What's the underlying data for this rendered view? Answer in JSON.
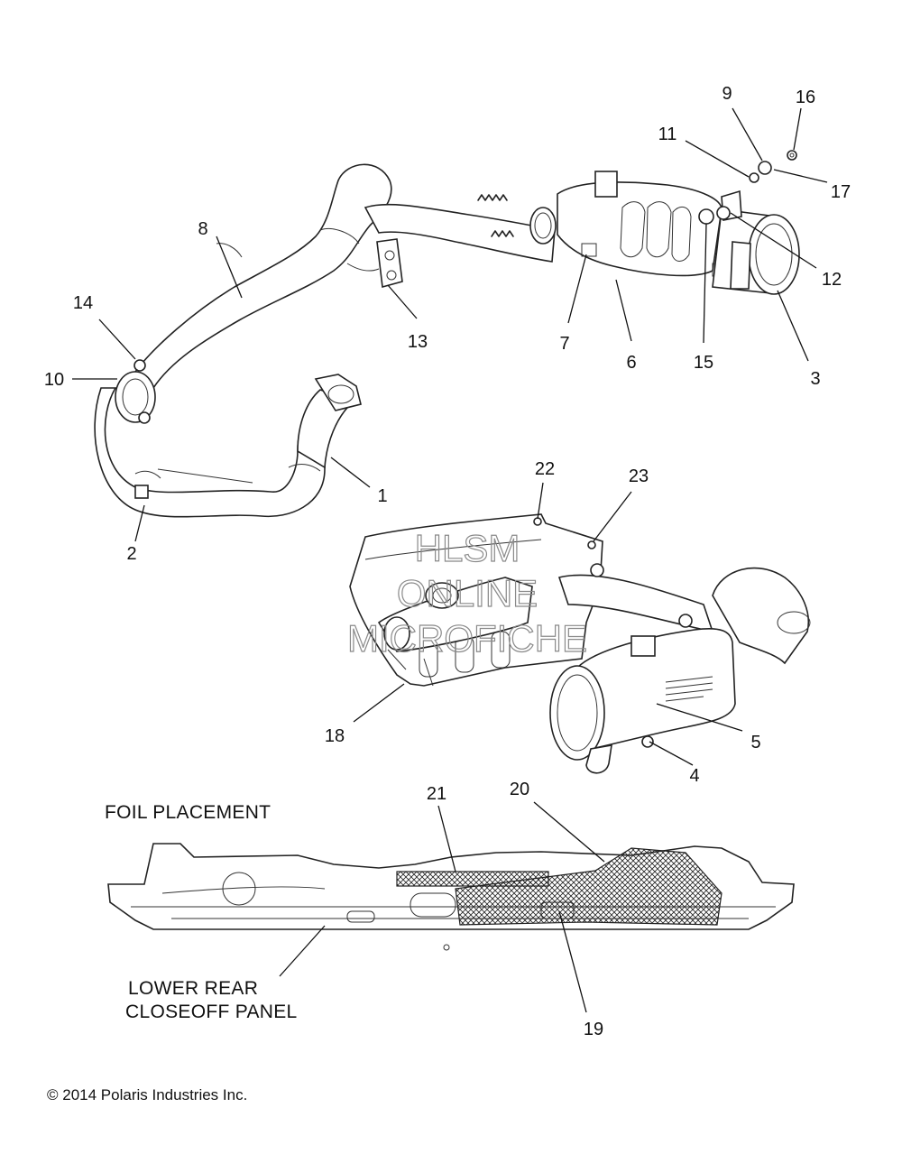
{
  "callouts": {
    "c1": "1",
    "c2": "2",
    "c3": "3",
    "c4": "4",
    "c5": "5",
    "c6": "6",
    "c7": "7",
    "c8": "8",
    "c9": "9",
    "c10": "10",
    "c11": "11",
    "c12": "12",
    "c13": "13",
    "c14": "14",
    "c15": "15",
    "c16": "16",
    "c17": "17",
    "c18": "18",
    "c19": "19",
    "c20": "20",
    "c21": "21",
    "c22": "22",
    "c23": "23"
  },
  "captions": {
    "foil_placement": "FOIL PLACEMENT",
    "lower_rear_line1": "LOWER REAR",
    "lower_rear_line2": "CLOSEOFF PANEL"
  },
  "watermark": {
    "line1": "HLSM",
    "line2": "ONLINE",
    "line3": "MICROFICHE"
  },
  "footer": {
    "copyright": "© 2014 Polaris Industries Inc."
  }
}
